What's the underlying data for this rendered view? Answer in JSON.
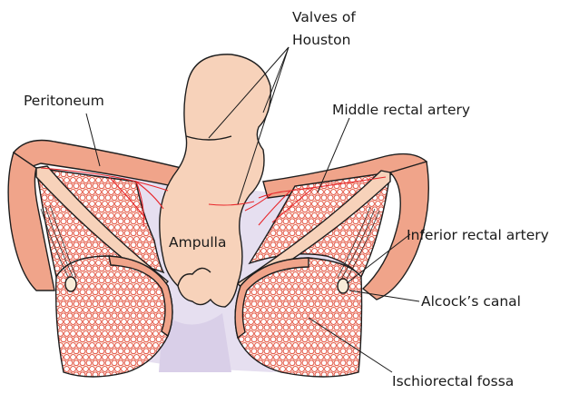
{
  "labels": {
    "valves_line1": "Valves of",
    "valves_line2": "Houston",
    "peritoneum": "Peritoneum",
    "middle_rectal_artery": "Middle rectal artery",
    "ampulla": "Ampulla",
    "inferior_rectal_artery": "Inferior rectal artery",
    "alcocks_canal": "Alcock’s canal",
    "ischiorectal_fossa": "Ischiorectal fossa"
  },
  "colors": {
    "muscle": "#f0a48a",
    "skin": "#f7d2ba",
    "fat": "#fbe6dc",
    "membrane": "#e6dff0",
    "artery": "#e8262b",
    "outline": "#1e1e1e"
  }
}
